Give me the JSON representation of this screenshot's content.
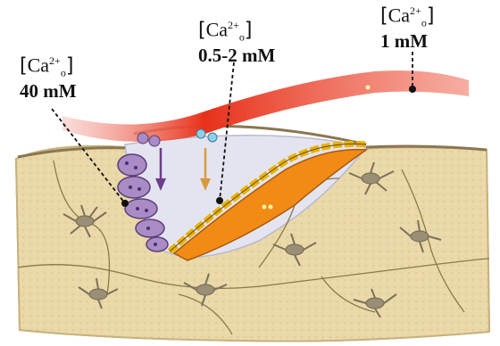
{
  "labels": [
    {
      "id": "bone-surface",
      "ion": "Ca",
      "charge": "2+",
      "sub": "o",
      "value": "40 mM"
    },
    {
      "id": "interstitial",
      "ion": "Ca",
      "charge": "2+",
      "sub": "o",
      "value": "0.5-2 mM"
    },
    {
      "id": "blood",
      "ion": "Ca",
      "charge": "2+",
      "sub": "o",
      "value": "1 mM"
    }
  ],
  "colors": {
    "bone": "#ead8a8",
    "vessel": "#e8311a",
    "osteoclast": "#a98bc6",
    "osteoblast": "#f28a16",
    "arrow_left": "#6c3d8c",
    "arrow_right": "#d89a3a",
    "cavity": "#e4e4f0"
  },
  "icons": [
    "osteoclast-icon",
    "osteoblast-layer-icon",
    "osteocyte-icon",
    "blood-vessel-icon",
    "calcium-ion-icon"
  ]
}
